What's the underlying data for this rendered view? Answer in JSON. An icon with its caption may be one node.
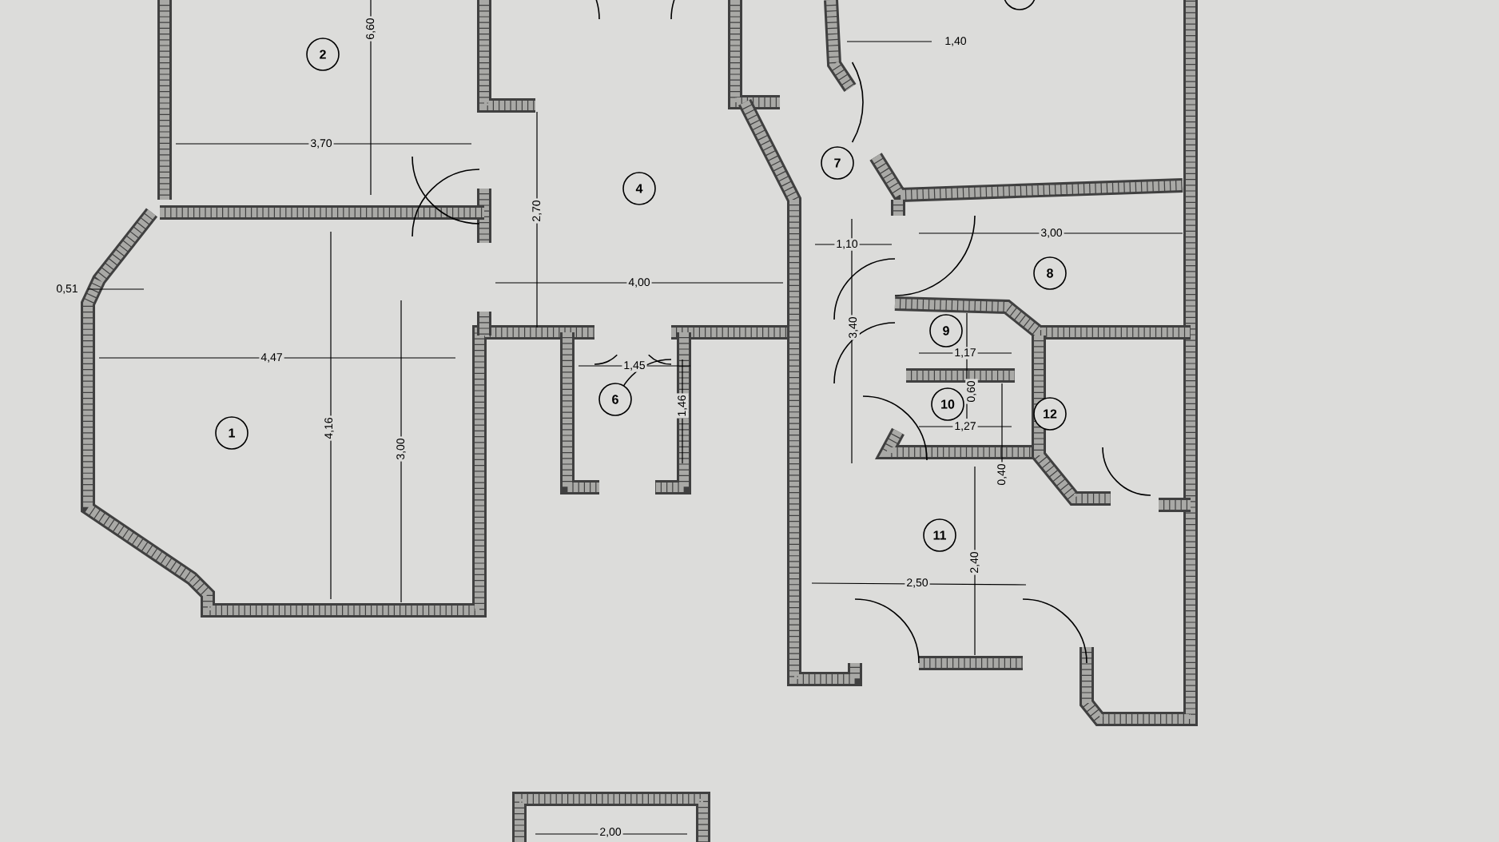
{
  "diagram": {
    "nodes": [
      {
        "text": [
          "1"
        ]
      },
      {
        "text": [
          "2"
        ]
      },
      {
        "text": [
          "4"
        ]
      },
      {
        "text": [
          "6"
        ]
      },
      {
        "text": [
          "7"
        ]
      },
      {
        "text": [
          "8"
        ]
      },
      {
        "text": [
          "9"
        ]
      },
      {
        "text": [
          "10"
        ]
      },
      {
        "text": [
          "11"
        ]
      },
      {
        "text": [
          "12"
        ]
      }
    ],
    "edges": [],
    "labels": [
      "6,60",
      "1,40",
      "3,70",
      "2,70",
      "1,10",
      "3,00",
      "0,51",
      "4,00",
      "3,40",
      "1,17",
      "4,47",
      "1,45",
      "0,60",
      "1,46",
      "1,27",
      "4,16",
      "3,00",
      "0,40",
      "2,40",
      "2,50",
      "2,00"
    ]
  }
}
